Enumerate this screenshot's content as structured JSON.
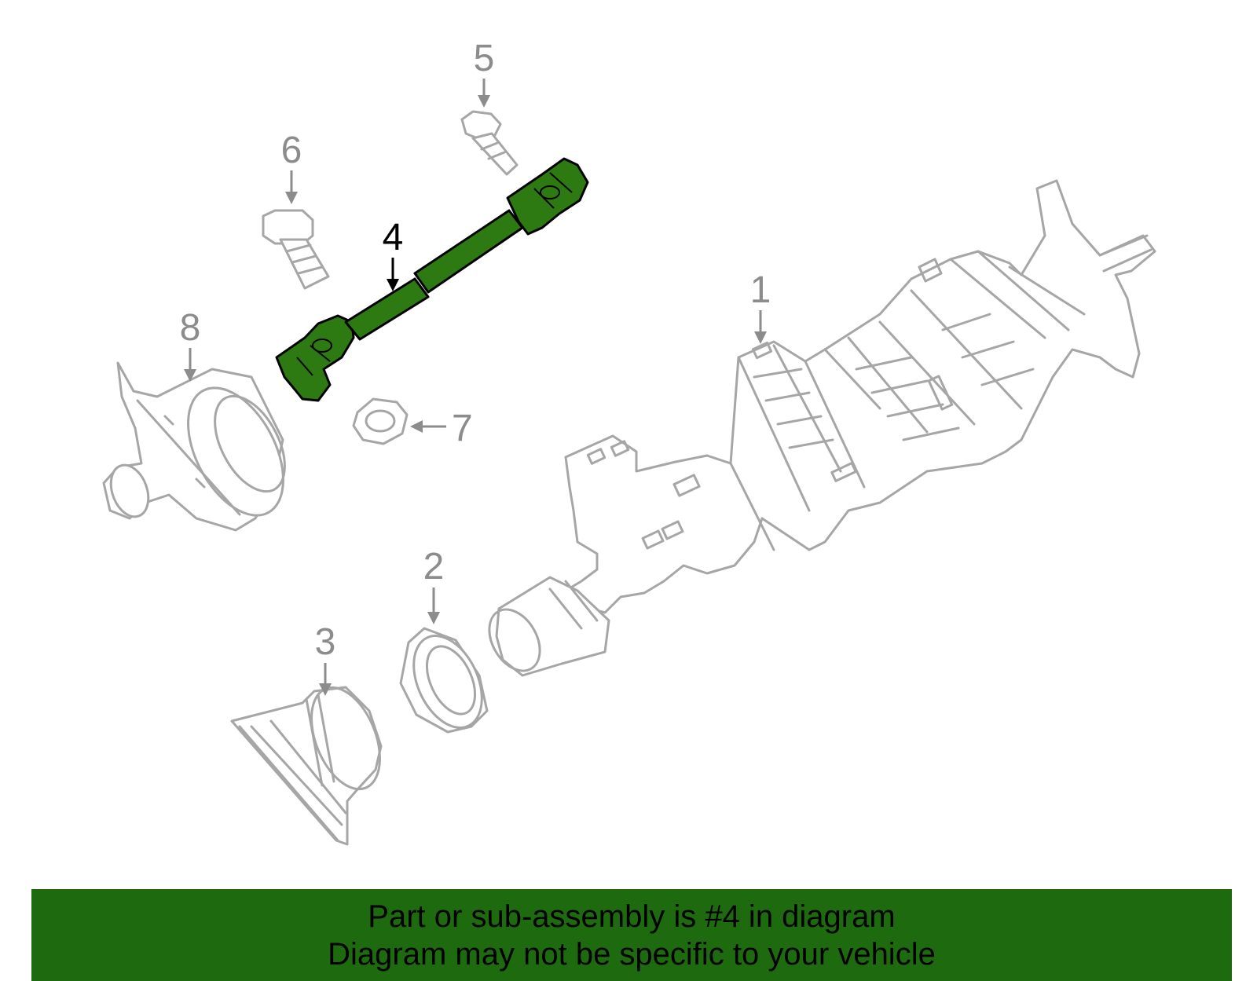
{
  "callouts": {
    "c1": "1",
    "c2": "2",
    "c3": "3",
    "c4": "4",
    "c5": "5",
    "c6": "6",
    "c7": "7",
    "c8": "8"
  },
  "highlight": {
    "part": "4",
    "color": "#2e7a12"
  },
  "banner": {
    "line1": "Part or sub-assembly is #4 in diagram",
    "line2": "Diagram may not be specific to your vehicle",
    "background": "#1e6b0f"
  }
}
